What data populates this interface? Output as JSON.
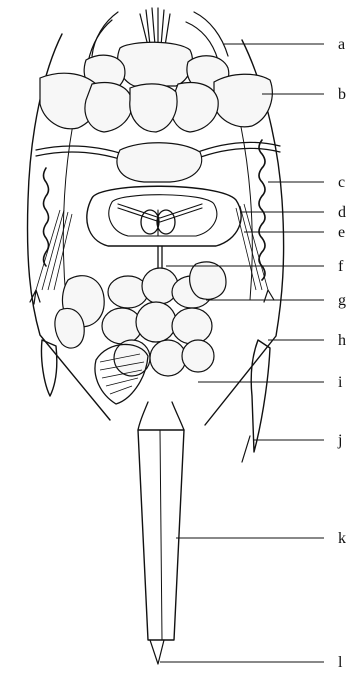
{
  "figure": {
    "labels": [
      "a",
      "b",
      "c",
      "d",
      "e",
      "f",
      "g",
      "h",
      "i",
      "j",
      "k",
      "l"
    ]
  }
}
